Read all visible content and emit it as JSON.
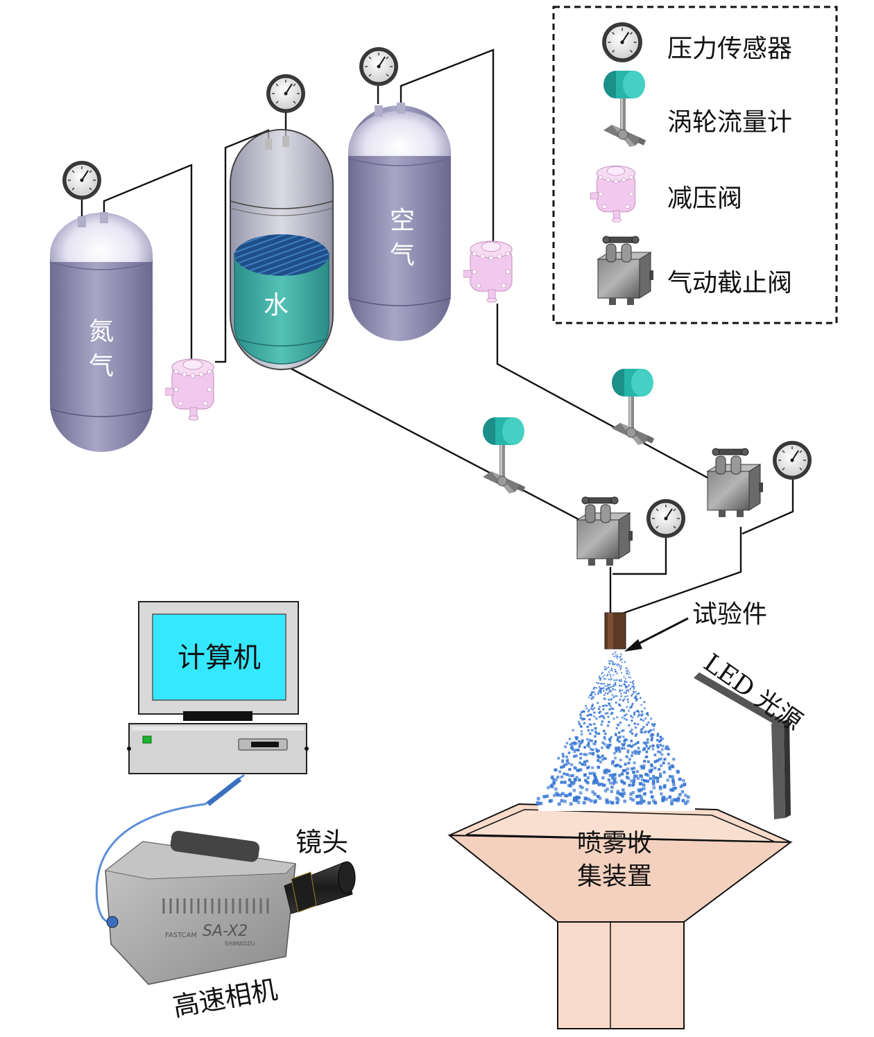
{
  "legend": {
    "pressure_sensor": "压力传感器",
    "turbine_flowmeter": "涡轮流量计",
    "pressure_reducing_valve": "减压阀",
    "pneumatic_shutoff_valve": "气动截止阀"
  },
  "tanks": {
    "nitrogen": [
      "氮",
      "气"
    ],
    "water": "水",
    "air": [
      "空",
      "气"
    ]
  },
  "labels": {
    "test_piece": "试验件",
    "led_light": "LED 光源",
    "lens": "镜头",
    "computer": "计算机",
    "high_speed_camera": "高速相机",
    "collector": [
      "喷雾收",
      "集装置"
    ],
    "camera_brand": "FASTCAM",
    "camera_model": "SA-X2",
    "camera_sub": "SHIMADZU"
  },
  "colors": {
    "tank": "#8d8aac",
    "water": "#3aa39a",
    "flowmeter": "#27b5aa",
    "reducer": "#f2c9ee",
    "spray": "#3a78d4",
    "collector": "#f7dac9",
    "screen": "#35e8ff"
  }
}
